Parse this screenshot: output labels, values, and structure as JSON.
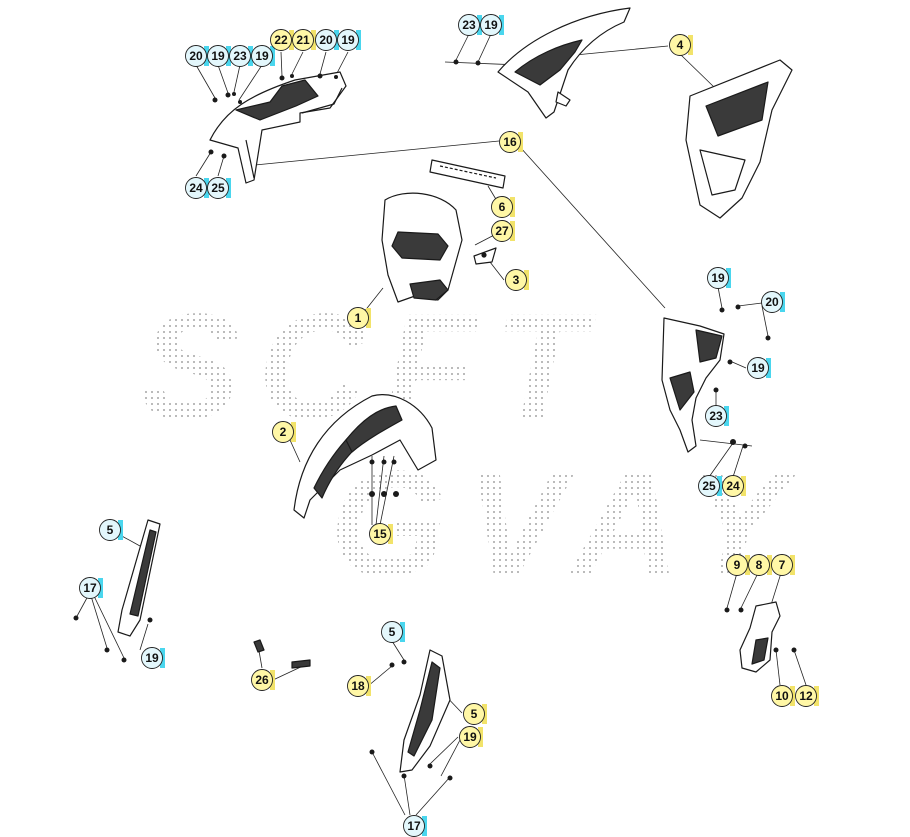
{
  "watermark": {
    "line1": "SCFT",
    "line2": "GVAY"
  },
  "colors": {
    "yellow": "#fff7a6",
    "yellow_bar": "#f2e36a",
    "blue": "#e3f7fc",
    "blue_bar": "#4ad6ee",
    "line": "#222222",
    "part_fill": "#ffffff",
    "part_stroke": "#1a1a1a",
    "part_dark": "#3a3a3a",
    "watermark_dot": "#8a8a8a"
  },
  "callouts": [
    {
      "id": "c-23-top",
      "label": "23",
      "color": "blue"
    },
    {
      "id": "c-19-top",
      "label": "19",
      "color": "blue"
    },
    {
      "id": "c-4",
      "label": "4",
      "color": "yellow"
    },
    {
      "id": "c-20-tl",
      "label": "20",
      "color": "blue"
    },
    {
      "id": "c-19-tl1",
      "label": "19",
      "color": "blue"
    },
    {
      "id": "c-23-tl",
      "label": "23",
      "color": "blue"
    },
    {
      "id": "c-19-tl2",
      "label": "19",
      "color": "blue"
    },
    {
      "id": "c-22",
      "label": "22",
      "color": "yellow"
    },
    {
      "id": "c-21",
      "label": "21",
      "color": "yellow"
    },
    {
      "id": "c-20-tl2",
      "label": "20",
      "color": "blue"
    },
    {
      "id": "c-19-tl3",
      "label": "19",
      "color": "blue"
    },
    {
      "id": "c-16",
      "label": "16",
      "color": "yellow"
    },
    {
      "id": "c-24-tl",
      "label": "24",
      "color": "blue"
    },
    {
      "id": "c-25-tl",
      "label": "25",
      "color": "blue"
    },
    {
      "id": "c-6",
      "label": "6",
      "color": "yellow"
    },
    {
      "id": "c-27",
      "label": "27",
      "color": "yellow"
    },
    {
      "id": "c-3",
      "label": "3",
      "color": "yellow"
    },
    {
      "id": "c-1",
      "label": "1",
      "color": "yellow"
    },
    {
      "id": "c-19-r1",
      "label": "19",
      "color": "blue"
    },
    {
      "id": "c-20-r",
      "label": "20",
      "color": "blue"
    },
    {
      "id": "c-19-r2",
      "label": "19",
      "color": "blue"
    },
    {
      "id": "c-23-r",
      "label": "23",
      "color": "blue"
    },
    {
      "id": "c-25-r",
      "label": "25",
      "color": "blue"
    },
    {
      "id": "c-24-r",
      "label": "24",
      "color": "yellow"
    },
    {
      "id": "c-2",
      "label": "2",
      "color": "yellow"
    },
    {
      "id": "c-15",
      "label": "15",
      "color": "yellow"
    },
    {
      "id": "c-5-l",
      "label": "5",
      "color": "blue"
    },
    {
      "id": "c-17-l",
      "label": "17",
      "color": "blue"
    },
    {
      "id": "c-19-l",
      "label": "19",
      "color": "blue"
    },
    {
      "id": "c-9",
      "label": "9",
      "color": "yellow"
    },
    {
      "id": "c-8",
      "label": "8",
      "color": "yellow"
    },
    {
      "id": "c-7",
      "label": "7",
      "color": "yellow"
    },
    {
      "id": "c-10",
      "label": "10",
      "color": "yellow"
    },
    {
      "id": "c-12",
      "label": "12",
      "color": "yellow"
    },
    {
      "id": "c-26",
      "label": "26",
      "color": "yellow"
    },
    {
      "id": "c-5-c1",
      "label": "5",
      "color": "blue"
    },
    {
      "id": "c-18",
      "label": "18",
      "color": "yellow"
    },
    {
      "id": "c-5-c2",
      "label": "5",
      "color": "yellow"
    },
    {
      "id": "c-19-c",
      "label": "19",
      "color": "yellow"
    },
    {
      "id": "c-17-c",
      "label": "17",
      "color": "blue"
    }
  ]
}
